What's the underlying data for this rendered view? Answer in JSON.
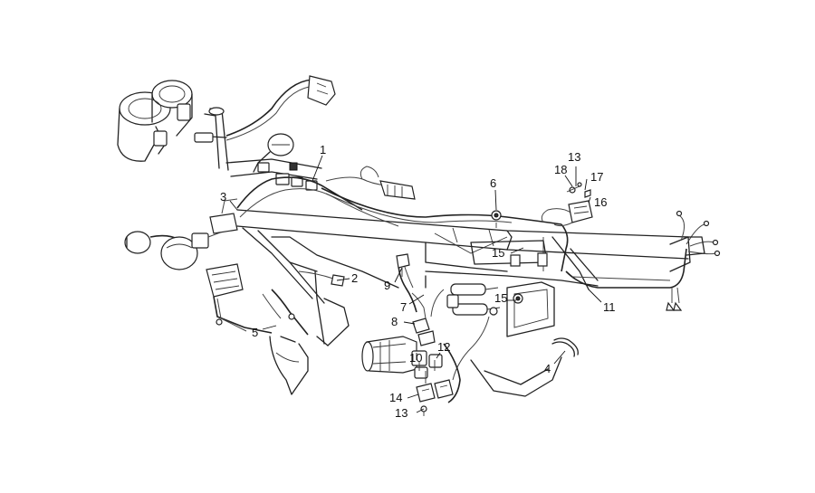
{
  "callouts": [
    {
      "id": "c1",
      "text": "1"
    },
    {
      "id": "c2",
      "text": "2"
    },
    {
      "id": "c3",
      "text": "3"
    },
    {
      "id": "c4",
      "text": "4"
    },
    {
      "id": "c5",
      "text": "5"
    },
    {
      "id": "c6",
      "text": "6"
    },
    {
      "id": "c7",
      "text": "7"
    },
    {
      "id": "c8",
      "text": "8"
    },
    {
      "id": "c9",
      "text": "9"
    },
    {
      "id": "c10",
      "text": "10"
    },
    {
      "id": "c11",
      "text": "11"
    },
    {
      "id": "c12",
      "text": "12"
    },
    {
      "id": "c13a",
      "text": "13"
    },
    {
      "id": "c13b",
      "text": "13"
    },
    {
      "id": "c14",
      "text": "14"
    },
    {
      "id": "c15a",
      "text": "15"
    },
    {
      "id": "c15b",
      "text": "15"
    },
    {
      "id": "c16",
      "text": "16"
    },
    {
      "id": "c17",
      "text": "17"
    },
    {
      "id": "c18",
      "text": "18"
    }
  ]
}
